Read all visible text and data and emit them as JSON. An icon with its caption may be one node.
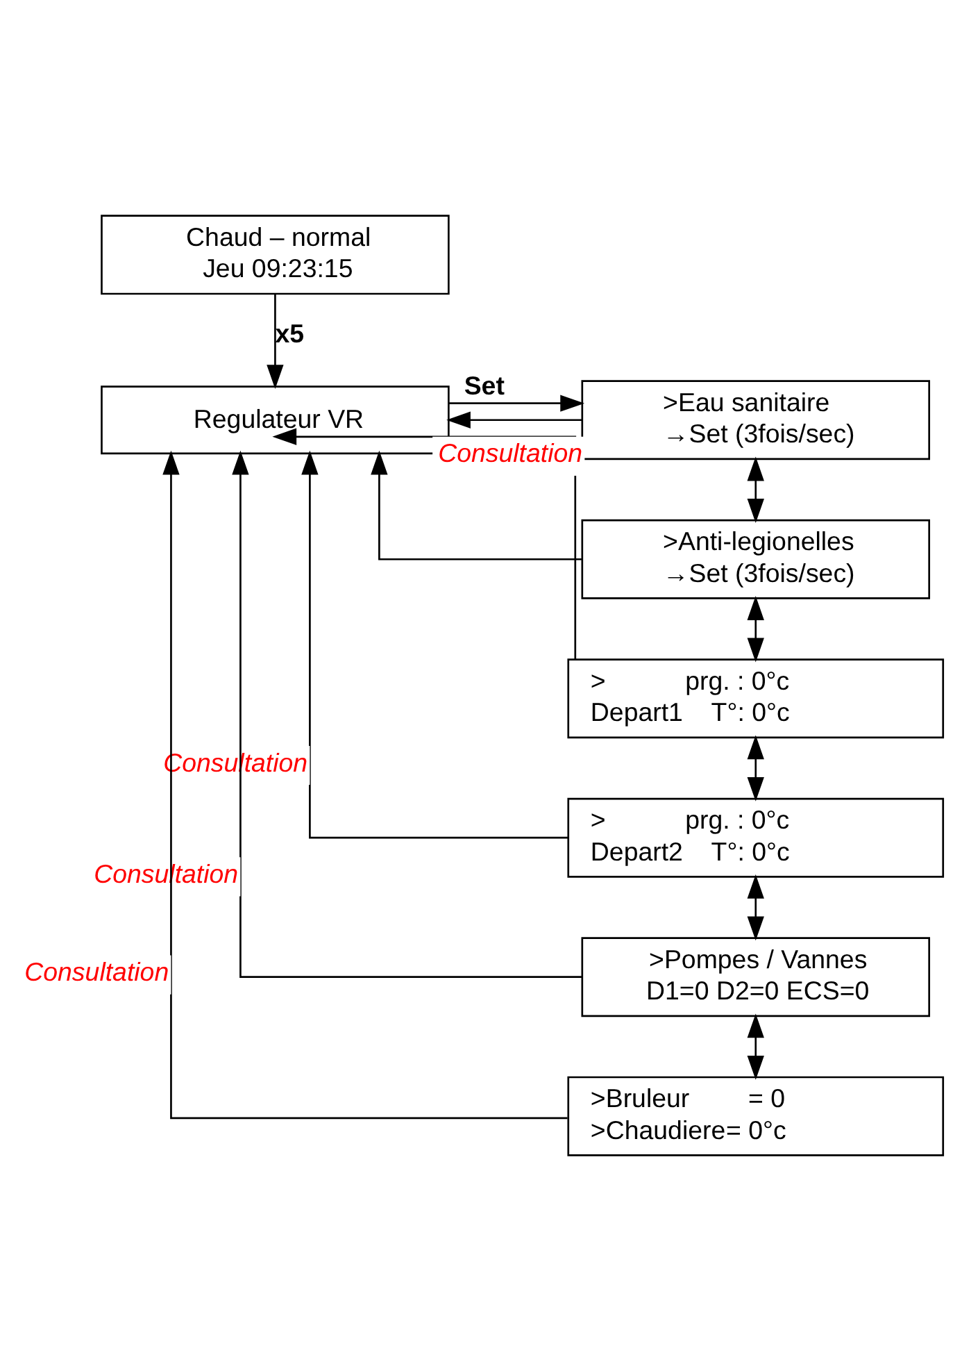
{
  "diagram": {
    "nodes": [
      {
        "text": [
          "Chaud – normal",
          "Jeu 09:23:15"
        ]
      },
      {
        "text": [
          "Regulateur VR"
        ]
      },
      {
        "text": [
          ">Eau sanitaire",
          "→Set (3fois/sec)"
        ]
      },
      {
        "text": [
          ">Anti-legionelles",
          "→Set (3fois/sec)"
        ]
      },
      {
        "text": [
          ">",
          "prg. : 0°c",
          "Depart1",
          "T°: 0°c"
        ]
      },
      {
        "text": [
          ">",
          "prg. : 0°c",
          "Depart2",
          "T°: 0°c"
        ]
      },
      {
        "text": [
          ">Pompes / Vannes",
          "D1=0 D2=0 ECS=0"
        ]
      },
      {
        "text": [
          ">Bruleur",
          "= 0",
          ">Chaudiere",
          "= 0°c"
        ]
      }
    ],
    "edges": [
      {
        "from": 0,
        "to": 1,
        "arrow": "to",
        "label": "x5"
      },
      {
        "from": 1,
        "to": 2,
        "arrow": "to",
        "label": "Set"
      },
      {
        "from": 2,
        "to": 1,
        "arrow": "to"
      },
      {
        "from": 2,
        "to": 3,
        "arrow": "both"
      },
      {
        "from": 3,
        "to": 1,
        "arrow": "to"
      },
      {
        "from": 3,
        "to": 4,
        "arrow": "both"
      },
      {
        "from": 4,
        "to": 1,
        "arrow": "to",
        "label": "Consultation"
      },
      {
        "from": 4,
        "to": 5,
        "arrow": "both"
      },
      {
        "from": 5,
        "to": 1,
        "arrow": "to",
        "label": "Consultation"
      },
      {
        "from": 5,
        "to": 6,
        "arrow": "both"
      },
      {
        "from": 6,
        "to": 1,
        "arrow": "to",
        "label": "Consultation"
      },
      {
        "from": 6,
        "to": 7,
        "arrow": "both"
      },
      {
        "from": 7,
        "to": 1,
        "arrow": "to",
        "label": "Consultation"
      }
    ]
  }
}
